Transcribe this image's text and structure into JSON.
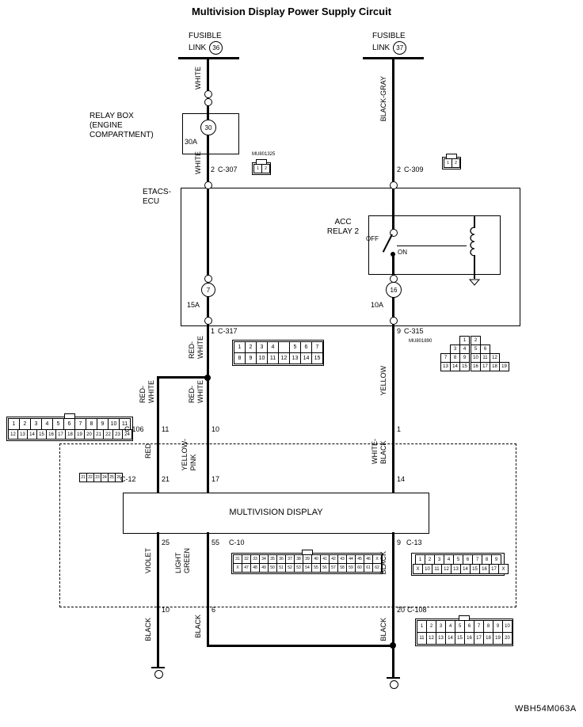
{
  "title": "Multivision Display Power Supply Circuit",
  "footer": {
    "code": "WBH54M063A"
  },
  "fusible_link_left": {
    "line1": "FUSIBLE",
    "line2": "LINK",
    "number": "36"
  },
  "fusible_link_right": {
    "line1": "FUSIBLE",
    "line2": "LINK",
    "number": "37"
  },
  "relay_box": {
    "label1": "RELAY BOX",
    "label2": "(ENGINE",
    "label3": "COMPARTMENT)",
    "fuse_number": "30",
    "fuse_rating": "30A"
  },
  "etacs": {
    "label1": "ETACS-",
    "label2": "ECU",
    "relay_name1": "ACC",
    "relay_name2": "RELAY 2",
    "off": "OFF",
    "on": "ON",
    "fuse7": {
      "number": "7",
      "rating": "15A"
    },
    "fuse16": {
      "number": "16",
      "rating": "10A"
    }
  },
  "display_box": {
    "label": "MULTIVISION DISPLAY"
  },
  "wires": {
    "white1": "WHITE",
    "white2": "WHITE",
    "black_gray": "BLACK-GRAY",
    "red_white1": {
      "l1": "RED-",
      "l2": "WHITE"
    },
    "red_white_branch": {
      "l1": "RED-",
      "l2": "WHITE"
    },
    "red_white_main": {
      "l1": "RED-",
      "l2": "WHITE"
    },
    "yellow": "YELLOW",
    "red": "RED",
    "yellow_pink": {
      "l1": "YELLOW-",
      "l2": "PINK"
    },
    "white_black": {
      "l1": "WHITE-",
      "l2": "BLACK"
    },
    "violet": "VIOLET",
    "light_green": {
      "l1": "LIGHT",
      "l2": "GREEN"
    },
    "black_right1": "BLACK",
    "black_left": "BLACK",
    "black_mid": "BLACK",
    "black_right2": "BLACK"
  },
  "pins": {
    "c307": "2",
    "c309": "2",
    "c317": "1",
    "c315": "9",
    "c106_branch": "11",
    "c106_main": "10",
    "right_mid": "1",
    "in_left": "21",
    "in_mid": "17",
    "in_right": "14",
    "out_left": "25",
    "out_mid": "55",
    "out_right": "9",
    "exit_left": "10",
    "exit_mid": "6",
    "exit_right": "20"
  },
  "connectors": {
    "c307": {
      "name": "C-307",
      "code": "MU801325",
      "cells": [
        "1",
        "2"
      ]
    },
    "c309": {
      "name": "C-309",
      "cells": [
        "1",
        "2"
      ]
    },
    "c317": {
      "name": "C-317",
      "rows": [
        [
          "1",
          "2",
          "3",
          "4",
          "",
          "5",
          "6",
          "7"
        ],
        [
          "8",
          "9",
          "10",
          "11",
          "12",
          "13",
          "14",
          "15"
        ]
      ]
    },
    "c315": {
      "name": "C-315",
      "code": "MU801890",
      "left_rows": [
        [
          "1"
        ],
        [
          "3",
          "4"
        ],
        [
          "7",
          "8",
          "9"
        ],
        [
          "13",
          "14",
          "15"
        ]
      ],
      "right_rows": [
        [
          "2"
        ],
        [
          "5",
          "6"
        ],
        [
          "10",
          "11",
          "12"
        ],
        [
          "16",
          "17",
          "18",
          "19"
        ]
      ]
    },
    "c106": {
      "name": "C-106",
      "rows": [
        [
          "1",
          "2",
          "3",
          "4",
          "5",
          "6",
          "7",
          "8",
          "9",
          "10",
          "11"
        ],
        [
          "12",
          "13",
          "14",
          "15",
          "16",
          "17",
          "18",
          "19",
          "20",
          "21",
          "22",
          "23",
          "24"
        ]
      ]
    },
    "c12": {
      "name": "C-12",
      "cells": [
        "21",
        "22",
        "23",
        "24",
        "25",
        "26"
      ]
    },
    "c10": {
      "name": "C-10",
      "rows": [
        [
          "31",
          "32",
          "33",
          "34",
          "35",
          "36",
          "37",
          "38",
          "39",
          "40",
          "41",
          "42",
          "43",
          "44",
          "45",
          "46",
          "X"
        ],
        [
          "X",
          "47",
          "48",
          "49",
          "50",
          "51",
          "52",
          "53",
          "54",
          "55",
          "56",
          "57",
          "58",
          "59",
          "60",
          "61",
          "62"
        ]
      ]
    },
    "c13": {
      "name": "C-13",
      "rows": [
        [
          "1",
          "2",
          "3",
          "4",
          "5",
          "6",
          "7",
          "8",
          "9"
        ],
        [
          "X",
          "10",
          "11",
          "12",
          "13",
          "14",
          "15",
          "16",
          "17",
          "X"
        ]
      ]
    },
    "c108": {
      "name": "C-108",
      "rows": [
        [
          "1",
          "2",
          "3",
          "4",
          "5",
          "6",
          "7",
          "8",
          "9",
          "10"
        ],
        [
          "11",
          "12",
          "13",
          "14",
          "15",
          "16",
          "17",
          "18",
          "19",
          "20"
        ]
      ]
    }
  }
}
